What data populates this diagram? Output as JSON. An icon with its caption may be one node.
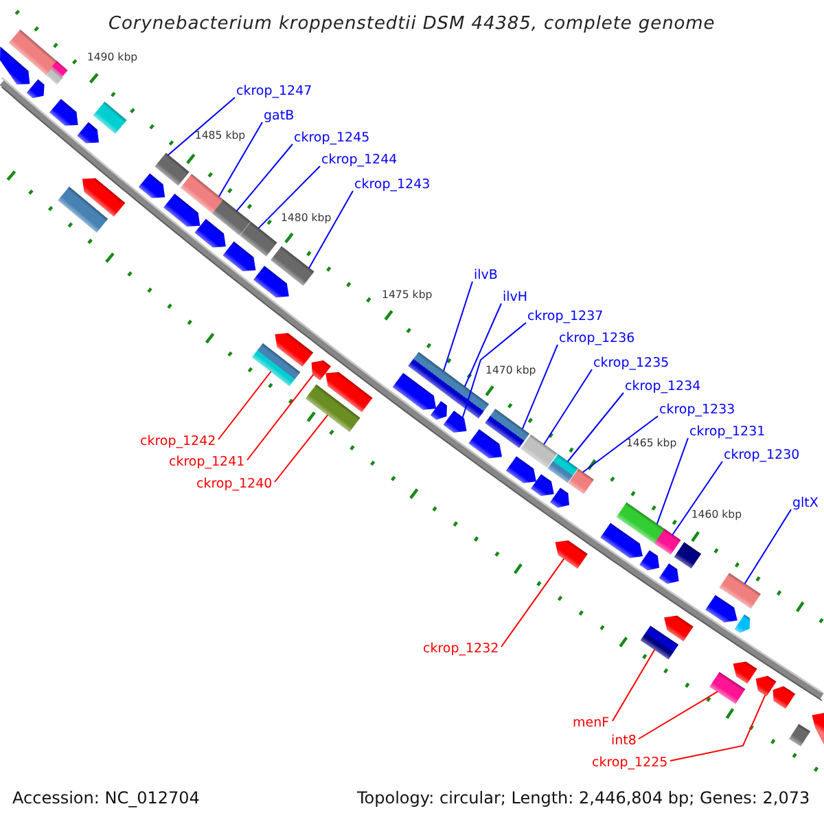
{
  "diagram": {
    "title": "Corynebacterium kroppenstedtii DSM 44385, complete genome",
    "nodes": [
      {
        "text": [
          "ckrop_1247"
        ]
      },
      {
        "text": [
          "gatB"
        ]
      },
      {
        "text": [
          "ckrop_1245"
        ]
      },
      {
        "text": [
          "ckrop_1244"
        ]
      },
      {
        "text": [
          "ckrop_1243"
        ]
      },
      {
        "text": [
          "ilvB"
        ]
      },
      {
        "text": [
          "ilvH"
        ]
      },
      {
        "text": [
          "ckrop_1237"
        ]
      },
      {
        "text": [
          "ckrop_1236"
        ]
      },
      {
        "text": [
          "ckrop_1235"
        ]
      },
      {
        "text": [
          "ckrop_1234"
        ]
      },
      {
        "text": [
          "ckrop_1233"
        ]
      },
      {
        "text": [
          "ckrop_1231"
        ]
      },
      {
        "text": [
          "ckrop_1242"
        ]
      },
      {
        "text": [
          "ckrop_1230"
        ]
      },
      {
        "text": [
          "ckrop_1241"
        ]
      },
      {
        "text": [
          "ckrop_1240"
        ]
      },
      {
        "text": [
          "gltX"
        ]
      },
      {
        "text": [
          "ckrop_1232"
        ]
      },
      {
        "text": [
          "menF"
        ]
      },
      {
        "text": [
          "int8"
        ]
      },
      {
        "text": [
          "ckrop_1225"
        ]
      },
      {
        "text": [],
        "shape": "arrow"
      },
      {
        "text": [],
        "shape": "box"
      },
      {
        "text": [],
        "shape": "box"
      },
      {
        "text": [],
        "shape": "arrow"
      },
      {
        "text": [],
        "shape": "arrow"
      },
      {
        "text": [],
        "shape": "box"
      },
      {
        "text": [],
        "shape": "arrow"
      },
      {
        "text": [],
        "shape": "arrow"
      },
      {
        "text": [],
        "shape": "box"
      },
      {
        "text": [],
        "shape": "box"
      },
      {
        "text": [],
        "shape": "arrow"
      },
      {
        "text": [],
        "shape": "box"
      },
      {
        "text": [],
        "shape": "arrow"
      },
      {
        "text": [],
        "shape": "box"
      },
      {
        "text": [],
        "shape": "arrow"
      },
      {
        "text": [],
        "shape": "box"
      },
      {
        "text": [],
        "shape": "arrow"
      },
      {
        "text": [],
        "shape": "box"
      },
      {
        "text": [],
        "shape": "arrow"
      },
      {
        "text": [],
        "shape": "box"
      },
      {
        "text": [],
        "shape": "arrow"
      },
      {
        "text": [],
        "shape": "arrow"
      },
      {
        "text": [],
        "shape": "box"
      },
      {
        "text": [],
        "shape": "arrow"
      },
      {
        "text": [],
        "shape": "box"
      },
      {
        "text": [],
        "shape": "arrow"
      },
      {
        "text": [],
        "shape": "box"
      },
      {
        "text": [],
        "shape": "arrow"
      },
      {
        "text": [],
        "shape": "arrow"
      },
      {
        "text": [],
        "shape": "box"
      },
      {
        "text": [],
        "shape": "arrow"
      },
      {
        "text": [],
        "shape": "box"
      },
      {
        "text": [],
        "shape": "arrow"
      },
      {
        "text": [],
        "shape": "box"
      },
      {
        "text": [],
        "shape": "arrow"
      },
      {
        "text": [],
        "shape": "box"
      },
      {
        "text": [],
        "shape": "arrow"
      },
      {
        "text": [],
        "shape": "arrow"
      },
      {
        "text": [],
        "shape": "box"
      },
      {
        "text": [],
        "shape": "arrow"
      },
      {
        "text": [],
        "shape": "box"
      },
      {
        "text": [],
        "shape": "arrow"
      },
      {
        "text": [],
        "shape": "box"
      },
      {
        "text": [],
        "shape": "arrow"
      },
      {
        "text": [],
        "shape": "box"
      },
      {
        "text": [],
        "shape": "arrow"
      },
      {
        "text": [],
        "shape": "arrow"
      },
      {
        "text": [],
        "shape": "box"
      },
      {
        "text": [],
        "shape": "arrow"
      },
      {
        "text": [],
        "shape": "box"
      },
      {
        "text": [],
        "shape": "arrow"
      },
      {
        "text": [],
        "shape": "arrow"
      },
      {
        "text": [],
        "shape": "arrow"
      },
      {
        "text": [],
        "shape": "arrow"
      },
      {
        "text": [],
        "shape": "box"
      },
      {
        "text": [],
        "shape": "arrow"
      },
      {
        "text": [],
        "shape": "box"
      }
    ],
    "edges": [
      {
        "from": 0,
        "to": 31,
        "arrow": "none"
      },
      {
        "from": 1,
        "to": 33,
        "arrow": "none"
      },
      {
        "from": 2,
        "to": 35,
        "arrow": "none"
      },
      {
        "from": 3,
        "to": 37,
        "arrow": "none"
      },
      {
        "from": 4,
        "to": 39,
        "arrow": "none"
      },
      {
        "from": 5,
        "to": 46,
        "arrow": "none"
      },
      {
        "from": 6,
        "to": 48,
        "arrow": "none"
      },
      {
        "from": 7,
        "to": 50,
        "arrow": "none"
      },
      {
        "from": 8,
        "to": 51,
        "arrow": "none"
      },
      {
        "from": 9,
        "to": 53,
        "arrow": "none"
      },
      {
        "from": 10,
        "to": 55,
        "arrow": "none"
      },
      {
        "from": 11,
        "to": 57,
        "arrow": "none"
      },
      {
        "from": 12,
        "to": 60,
        "arrow": "none"
      },
      {
        "from": 13,
        "to": 41,
        "arrow": "none",
        "color": "#ff0000"
      },
      {
        "from": 14,
        "to": 62,
        "arrow": "none"
      },
      {
        "from": 15,
        "to": 43,
        "arrow": "none",
        "color": "#ff0000"
      },
      {
        "from": 16,
        "to": 44,
        "arrow": "none",
        "color": "#ff0000"
      },
      {
        "from": 17,
        "to": 66,
        "arrow": "none"
      },
      {
        "from": 18,
        "to": 59,
        "arrow": "none",
        "color": "#ff0000"
      },
      {
        "from": 19,
        "to": 69,
        "arrow": "none",
        "color": "#ff0000"
      },
      {
        "from": 20,
        "to": 71,
        "arrow": "none",
        "color": "#ff0000"
      },
      {
        "from": 21,
        "to": 73,
        "arrow": "none",
        "color": "#ff0000"
      }
    ],
    "labels": [
      "1490 kbp",
      "1485 kbp",
      "1480 kbp",
      "1475 kbp",
      "1470 kbp",
      "1465 kbp",
      "1460 kbp",
      "Accession: NC_012704",
      "Topology: circular; Length: 2,446,804 bp; Genes: 2,073"
    ]
  }
}
